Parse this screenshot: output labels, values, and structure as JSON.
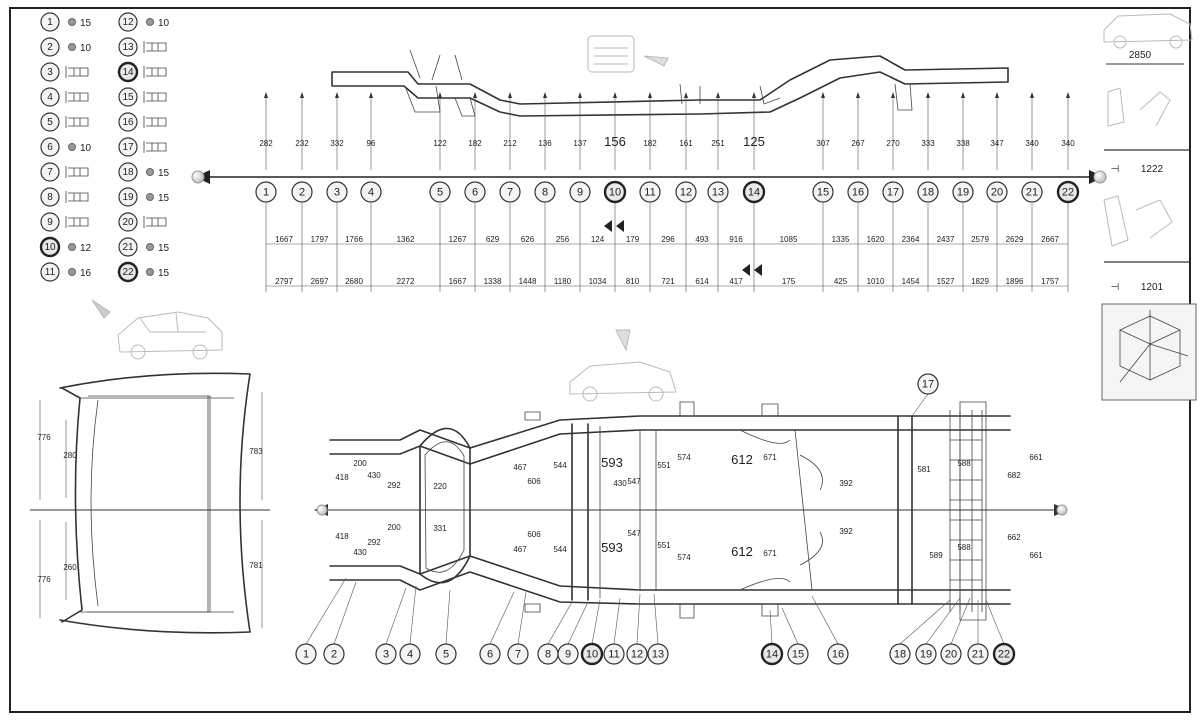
{
  "legend": [
    {
      "id": "1",
      "spec": "15",
      "kind": "plain"
    },
    {
      "id": "2",
      "spec": "10",
      "kind": "plain"
    },
    {
      "id": "3",
      "spec": "",
      "kind": "bolt"
    },
    {
      "id": "4",
      "spec": "",
      "kind": "bolt"
    },
    {
      "id": "5",
      "spec": "",
      "kind": "bolt"
    },
    {
      "id": "6",
      "spec": "10",
      "kind": "plain"
    },
    {
      "id": "7",
      "spec": "",
      "kind": "bolt"
    },
    {
      "id": "8",
      "spec": "",
      "kind": "bolt"
    },
    {
      "id": "9",
      "spec": "",
      "kind": "bolt"
    },
    {
      "id": "10",
      "spec": "12",
      "kind": "plain"
    },
    {
      "id": "11",
      "spec": "16",
      "kind": "plain"
    },
    {
      "id": "12",
      "spec": "10",
      "kind": "plain"
    },
    {
      "id": "13",
      "spec": "",
      "kind": "bolt"
    },
    {
      "id": "14",
      "spec": "",
      "kind": "bolt"
    },
    {
      "id": "15",
      "spec": "",
      "kind": "bolt"
    },
    {
      "id": "16",
      "spec": "",
      "kind": "bolt"
    },
    {
      "id": "17",
      "spec": "",
      "kind": "bolt"
    },
    {
      "id": "18",
      "spec": "15",
      "kind": "plain"
    },
    {
      "id": "19",
      "spec": "15",
      "kind": "plain"
    },
    {
      "id": "20",
      "spec": "",
      "kind": "bolt"
    },
    {
      "id": "21",
      "spec": "15",
      "kind": "plain"
    },
    {
      "id": "22",
      "spec": "15",
      "kind": "plain"
    }
  ],
  "side_view": {
    "points": [
      "1",
      "2",
      "3",
      "4",
      "5",
      "6",
      "7",
      "8",
      "9",
      "10",
      "11",
      "12",
      "13",
      "14",
      "15",
      "16",
      "17",
      "18",
      "19",
      "20",
      "21",
      "22"
    ],
    "heights": [
      "282",
      "232",
      "332",
      "96",
      "122",
      "182",
      "212",
      "136",
      "137",
      "156",
      "182",
      "161",
      "251",
      "125",
      "307",
      "267",
      "270",
      "333",
      "338",
      "347",
      "340",
      "340"
    ],
    "upper_dims": [
      "1667",
      "1797",
      "1766",
      "1362",
      "1267",
      "629",
      "626",
      "256",
      "124",
      "179",
      "296",
      "493",
      "916",
      "1085",
      "1335",
      "1620",
      "2364",
      "2437",
      "2579",
      "2629",
      "2667"
    ],
    "lower_dims": [
      "2797",
      "2697",
      "2680",
      "2272",
      "1667",
      "1338",
      "1448",
      "1180",
      "1034",
      "810",
      "721",
      "614",
      "417",
      "175",
      "425",
      "1010",
      "1454",
      "1527",
      "1829",
      "1896",
      "1757"
    ]
  },
  "right_panel": {
    "width_dim": "2850",
    "dim_a": "1222",
    "dim_b": "1201"
  },
  "front_view": {
    "left": [
      "776",
      "280",
      "260",
      "776"
    ],
    "right": [
      "783",
      "781"
    ]
  },
  "top_view": {
    "labels": [
      "200",
      "418",
      "430",
      "292",
      "220",
      "418",
      "292",
      "200",
      "430",
      "331",
      "467",
      "606",
      "544",
      "593",
      "430",
      "547",
      "551",
      "574",
      "612",
      "671",
      "392",
      "593",
      "544",
      "606",
      "467",
      "547",
      "551",
      "574",
      "612",
      "671",
      "392",
      "581",
      "588",
      "682",
      "661",
      "589",
      "588",
      "662",
      "661"
    ],
    "bottom_callouts": [
      "1",
      "2",
      "3",
      "4",
      "5",
      "6",
      "7",
      "8",
      "9",
      "10",
      "11",
      "12",
      "13",
      "14",
      "15",
      "16",
      "18",
      "19",
      "20",
      "21",
      "22"
    ],
    "top_callout": "17"
  }
}
